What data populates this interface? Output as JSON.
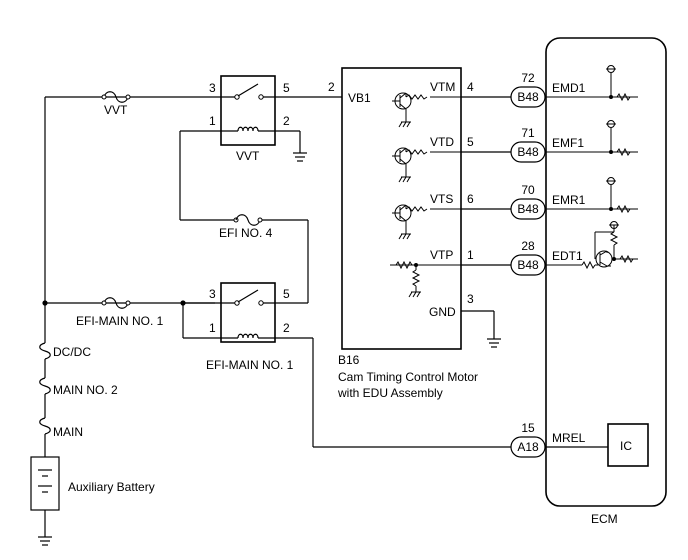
{
  "fuses": {
    "vvt": "VVT",
    "efi_no4": "EFI NO. 4",
    "efi_main_no1": "EFI-MAIN NO. 1",
    "dc_dc": "DC/DC",
    "main_no2": "MAIN NO. 2",
    "main": "MAIN"
  },
  "relays": {
    "vvt": {
      "label": "VVT",
      "pins": [
        "3",
        "5",
        "1",
        "2"
      ]
    },
    "efi_main_no1": {
      "label": "EFI-MAIN NO. 1",
      "pins": [
        "3",
        "5",
        "1",
        "2"
      ]
    }
  },
  "battery": {
    "label": "Auxiliary Battery"
  },
  "motor": {
    "code": "B16",
    "name_line1": "Cam Timing Control Motor",
    "name_line2": "with EDU Assembly",
    "vb1_pin": "2",
    "vb1": "VB1",
    "gnd": "GND",
    "gnd_pin": "3",
    "terminals": [
      {
        "name": "VTM",
        "pin": "4"
      },
      {
        "name": "VTD",
        "pin": "5"
      },
      {
        "name": "VTS",
        "pin": "6"
      },
      {
        "name": "VTP",
        "pin": "1"
      }
    ]
  },
  "connectors": [
    {
      "code": "B48",
      "pin": "72",
      "signal": "EMD1"
    },
    {
      "code": "B48",
      "pin": "71",
      "signal": "EMF1"
    },
    {
      "code": "B48",
      "pin": "70",
      "signal": "EMR1"
    },
    {
      "code": "B48",
      "pin": "28",
      "signal": "EDT1"
    },
    {
      "code": "A18",
      "pin": "15",
      "signal": "MREL"
    }
  ],
  "ecm": {
    "label": "ECM",
    "ic": "IC"
  }
}
